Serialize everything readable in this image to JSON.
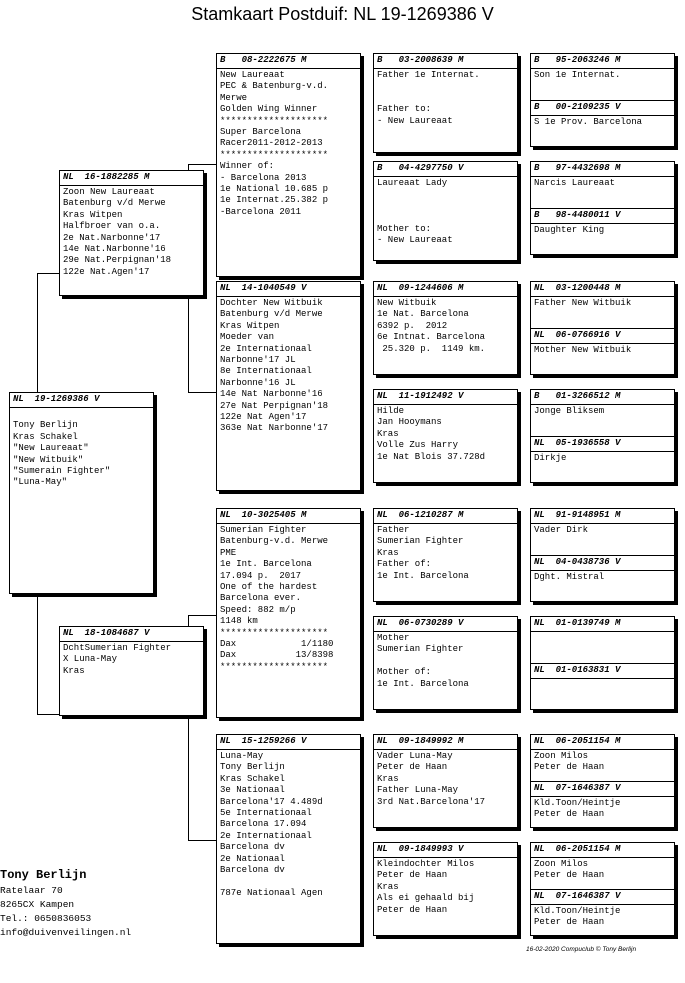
{
  "title": "Stamkaart Postduif: NL  19-1269386 V",
  "subject": {
    "ring": "NL  19-1269386 V",
    "lines": [
      "",
      "Tony Berlijn",
      "Kras Schakel",
      "\"New Laureaat\"",
      "\"New Witbuik\"",
      "\"Sumerain Fighter\"",
      "\"Luna-May\""
    ]
  },
  "sire": {
    "ring": "NL  16-1882285 M",
    "lines": [
      "Zoon New Laureaat",
      "Batenburg v/d Merwe",
      "Kras Witpen",
      "Halfbroer van o.a.",
      "2e Nat.Narbonne'17",
      "14e Nat.Narbonne'16",
      "29e Nat.Perpignan'18",
      "122e Nat.Agen'17"
    ]
  },
  "dam": {
    "ring": "NL  18-1084687 V",
    "lines": [
      "DchtSumerian Fighter",
      "X Luna-May",
      "Kras"
    ]
  },
  "ss": {
    "ring": "B   08-2222675 M",
    "lines": [
      "New Laureaat",
      "PEC & Batenburg-v.d.",
      "Merwe",
      "Golden Wing Winner",
      "********************",
      "Super Barcelona",
      "Racer2011-2012-2013",
      "********************",
      "Winner of:",
      "- Barcelona 2013",
      "1e National 10.685 p",
      "1e Internat.25.382 p",
      "-Barcelona 2011"
    ]
  },
  "sd": {
    "ring": "NL  14-1040549 V",
    "lines": [
      "Dochter New Witbuik",
      "Batenburg v/d Merwe",
      "Kras Witpen",
      "Moeder van",
      "2e Internationaal",
      "Narbonne'17 JL",
      "8e Internationaal",
      "Narbonne'16 JL",
      "14e Nat Narbonne'16",
      "27e Nat Perpignan'18",
      "122e Nat Agen'17",
      "363e Nat Narbonne'17"
    ]
  },
  "ds": {
    "ring": "NL  10-3025405 M",
    "lines": [
      "Sumerian Fighter",
      "Batenburg-v.d. Merwe",
      "PME",
      "1e Int. Barcelona",
      "17.094 p.  2017",
      "One of the hardest",
      "Barcelona ever.",
      "Speed: 882 m/p",
      "1148 km",
      "********************",
      "Dax            1/1180",
      "Dax           13/8398",
      "********************"
    ]
  },
  "dd": {
    "ring": "NL  15-1259266 V",
    "lines": [
      "Luna-May",
      "Tony Berlijn",
      "Kras Schakel",
      "3e Nationaal",
      "Barcelona'17 4.489d",
      "5e Internationaal",
      "Barcelona 17.094",
      "2e Internationaal",
      "Barcelona dv",
      "2e Nationaal",
      "Barcelona dv",
      "",
      "787e Nationaal Agen"
    ]
  },
  "sss": {
    "ring": "B   03-2008639 M",
    "lines": [
      "Father 1e Internat.",
      "",
      "",
      "Father to:",
      "- New Laureaat"
    ]
  },
  "ssd": {
    "ring": "B   04-4297750 V",
    "lines": [
      "Laureaat Lady",
      "",
      "",
      "",
      "Mother to:",
      "- New Laureaat"
    ]
  },
  "sds": {
    "ring": "NL  09-1244606 M",
    "lines": [
      "New Witbuik",
      "1e Nat. Barcelona",
      "6392 p.  2012",
      "6e Intnat. Barcelona",
      " 25.320 p.  1149 km."
    ]
  },
  "sdd": {
    "ring": "NL  11-1912492 V",
    "lines": [
      "Hilde",
      "Jan Hooymans",
      "Kras",
      "Volle Zus Harry",
      "1e Nat Blois 37.728d"
    ]
  },
  "dss": {
    "ring": "NL  06-1210287 M",
    "lines": [
      "Father",
      "Sumerian Fighter",
      "Kras",
      "Father of:",
      "1e Int. Barcelona"
    ]
  },
  "dsd": {
    "ring": "NL  06-0730289 V",
    "lines": [
      "Mother",
      "Sumerian Fighter",
      "",
      "Mother of:",
      "1e Int. Barcelona"
    ]
  },
  "dds": {
    "ring": "NL  09-1849992 M",
    "lines": [
      "Vader Luna-May",
      "Peter de Haan",
      "Kras",
      "Father Luna-May",
      "3rd Nat.Barcelona'17"
    ]
  },
  "ddd": {
    "ring": "NL  09-1849993 V",
    "lines": [
      "Kleindochter Milos",
      "Peter de Haan",
      "Kras",
      "Als ei gehaald bij",
      "Peter de Haan"
    ]
  },
  "g1": {
    "ring": "B   95-2063246 M",
    "lines": [
      "Son 1e Internat."
    ]
  },
  "g2": {
    "ring": "B   00-2109235 V",
    "lines": [
      "S 1e Prov. Barcelona"
    ]
  },
  "g3": {
    "ring": "B   97-4432698 M",
    "lines": [
      "Narcis Laureaat"
    ]
  },
  "g4": {
    "ring": "B   98-4480011 V",
    "lines": [
      "Daughter King"
    ]
  },
  "g5": {
    "ring": "NL  03-1200448 M",
    "lines": [
      "Father New Witbuik"
    ]
  },
  "g6": {
    "ring": "NL  06-0766916 V",
    "lines": [
      "Mother New Witbuik"
    ]
  },
  "g7": {
    "ring": "B   01-3266512 M",
    "lines": [
      "Jonge Bliksem"
    ]
  },
  "g8": {
    "ring": "NL  05-1936558 V",
    "lines": [
      "Dirkje"
    ]
  },
  "g9": {
    "ring": "NL  91-9148951 M",
    "lines": [
      "Vader Dirk"
    ]
  },
  "g10": {
    "ring": "NL  04-0438736 V",
    "lines": [
      "Dght. Mistral"
    ]
  },
  "g11": {
    "ring": "NL  01-0139749 M",
    "lines": [
      ""
    ]
  },
  "g12": {
    "ring": "NL  01-0163831 V",
    "lines": [
      ""
    ]
  },
  "g13": {
    "ring": "NL  06-2051154 M",
    "lines": [
      "Zoon Milos",
      "Peter de Haan"
    ]
  },
  "g14": {
    "ring": "NL  07-1646387 V",
    "lines": [
      "Kld.Toon/Heintje",
      "Peter de Haan"
    ]
  },
  "g15": {
    "ring": "NL  06-2051154 M",
    "lines": [
      "Zoon Milos",
      "Peter de Haan"
    ]
  },
  "g16": {
    "ring": "NL  07-1646387 V",
    "lines": [
      "Kld.Toon/Heintje",
      "Peter de Haan"
    ]
  },
  "owner": {
    "name": "Tony Berlijn",
    "street": "Ratelaar 70",
    "city": "8265CX  Kampen",
    "phone": "Tel.: 0650836053",
    "email": "info@duivenveilingen.nl"
  },
  "footer": "16-02-2020     Compuclub © Tony Berlijn"
}
